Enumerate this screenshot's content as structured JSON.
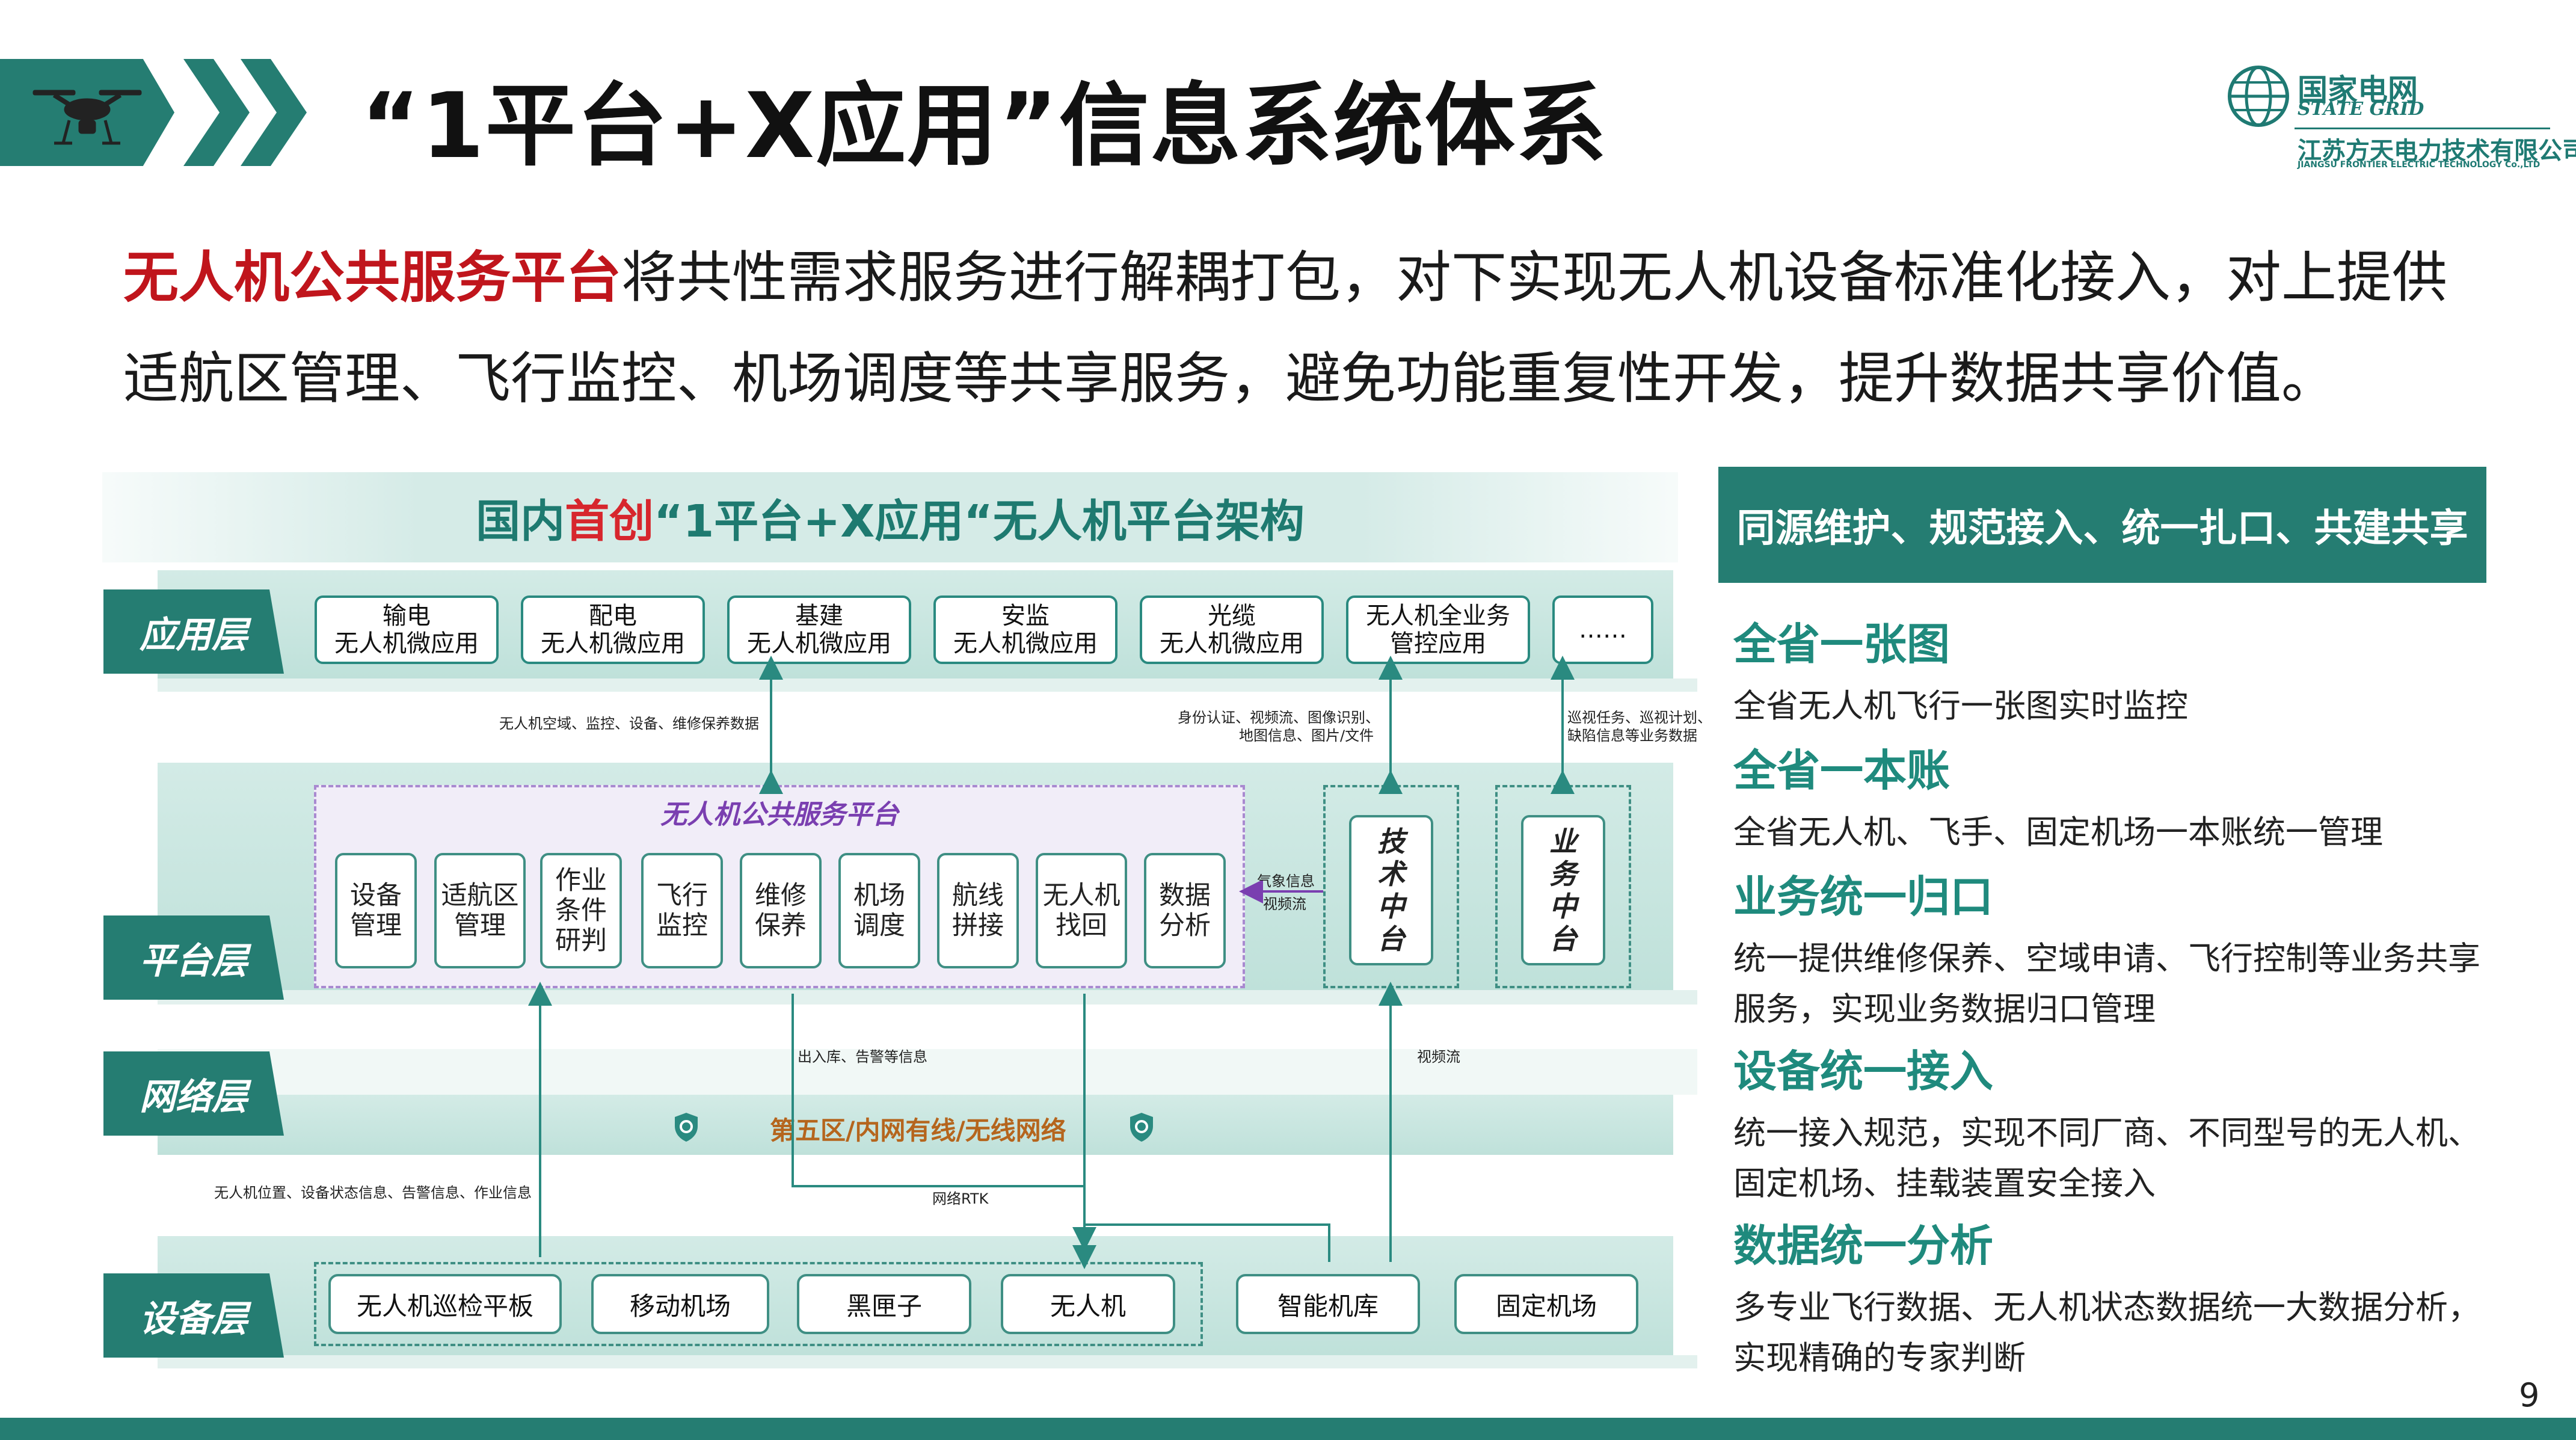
{
  "slide": {
    "title": "“1平台+X应用”信息系统体系",
    "intro_highlight": "无人机公共服务平台",
    "intro_rest": "将共性需求服务进行解耦打包，对下实现无人机设备标准化接入，对上提供适航区管理、飞行监控、机场调度等共享服务，避免功能重复性开发，提升数据共享价值。",
    "page_number": "9"
  },
  "logo": {
    "cn": "国家电网",
    "en": "STATE GRID",
    "company": "江苏方天电力技术有限公司",
    "company_en": "JIANGSU FRONTIER ELECTRIC TECHNOLOGY Co.,LTD"
  },
  "diagram": {
    "title_pre": "国内",
    "title_red": "首创",
    "title_post": "“1平台+X应用“无人机平台架构",
    "layers": {
      "app": "应用层",
      "platform": "平台层",
      "network": "网络层",
      "device": "设备层"
    },
    "apps": [
      {
        "l1": "输电",
        "l2": "无人机微应用"
      },
      {
        "l1": "配电",
        "l2": "无人机微应用"
      },
      {
        "l1": "基建",
        "l2": "无人机微应用"
      },
      {
        "l1": "安监",
        "l2": "无人机微应用"
      },
      {
        "l1": "光缆",
        "l2": "无人机微应用"
      },
      {
        "l1": "无人机全业务",
        "l2": "管控应用"
      },
      {
        "l1": "……",
        "l2": ""
      }
    ],
    "platform_name": "无人机公共服务平台",
    "services": [
      {
        "l1": "设备",
        "l2": "管理",
        "l3": ""
      },
      {
        "l1": "适航区",
        "l2": "管理",
        "l3": ""
      },
      {
        "l1": "作业",
        "l2": "条件",
        "l3": "研判"
      },
      {
        "l1": "飞行",
        "l2": "监控",
        "l3": ""
      },
      {
        "l1": "维修",
        "l2": "保养",
        "l3": ""
      },
      {
        "l1": "机场",
        "l2": "调度",
        "l3": ""
      },
      {
        "l1": "航线",
        "l2": "拼接",
        "l3": ""
      },
      {
        "l1": "无人机",
        "l2": "找回",
        "l3": ""
      },
      {
        "l1": "数据",
        "l2": "分析",
        "l3": ""
      }
    ],
    "tech_center": [
      "技",
      "术",
      "中",
      "台"
    ],
    "biz_center": [
      "业",
      "务",
      "中",
      "台"
    ],
    "network_text": "第五区/内网有线/无线网络",
    "devices_group": [
      "无人机巡检平板",
      "移动机场",
      "黑匣子",
      "无人机"
    ],
    "devices_other": [
      "智能机库",
      "固定机场"
    ],
    "notes": {
      "app_data": "无人机空域、监控、设备、维修保养数据",
      "auth_1": "身份认证、视频流、图像识别、",
      "auth_2": "地图信息、图片/文件",
      "inspect_1": "巡视任务、巡视计划、",
      "inspect_2": "缺陷信息等业务数据",
      "weather_1": "气象信息",
      "weather_2": "视频流",
      "storage": "出入库、告警等信息",
      "video": "视频流",
      "device_info": "无人机位置、设备状态信息、告警信息、作业信息",
      "rtk": "网络RTK"
    }
  },
  "right_panel": {
    "header": "同源维护、规范接入、统一扎口、共建共享",
    "items": [
      {
        "title": "全省一张图",
        "desc": "全省无人机飞行一张图实时监控"
      },
      {
        "title": "全省一本账",
        "desc": "全省无人机、飞手、固定机场一本账统一管理"
      },
      {
        "title": "业务统一归口",
        "desc": "统一提供维修保养、空域申请、飞行控制等业务共享服务，实现业务数据归口管理"
      },
      {
        "title": "设备统一接入",
        "desc": "统一接入规范，实现不同厂商、不同型号的无人机、固定机场、挂载装置安全接入"
      },
      {
        "title": "数据统一分析",
        "desc": "多专业飞行数据、无人机状态数据统一大数据分析，实现精确的专家判断"
      }
    ]
  },
  "colors": {
    "accent": "#257d72",
    "highlight_red": "#c0151c",
    "platform_purple": "#7a3fb0"
  }
}
